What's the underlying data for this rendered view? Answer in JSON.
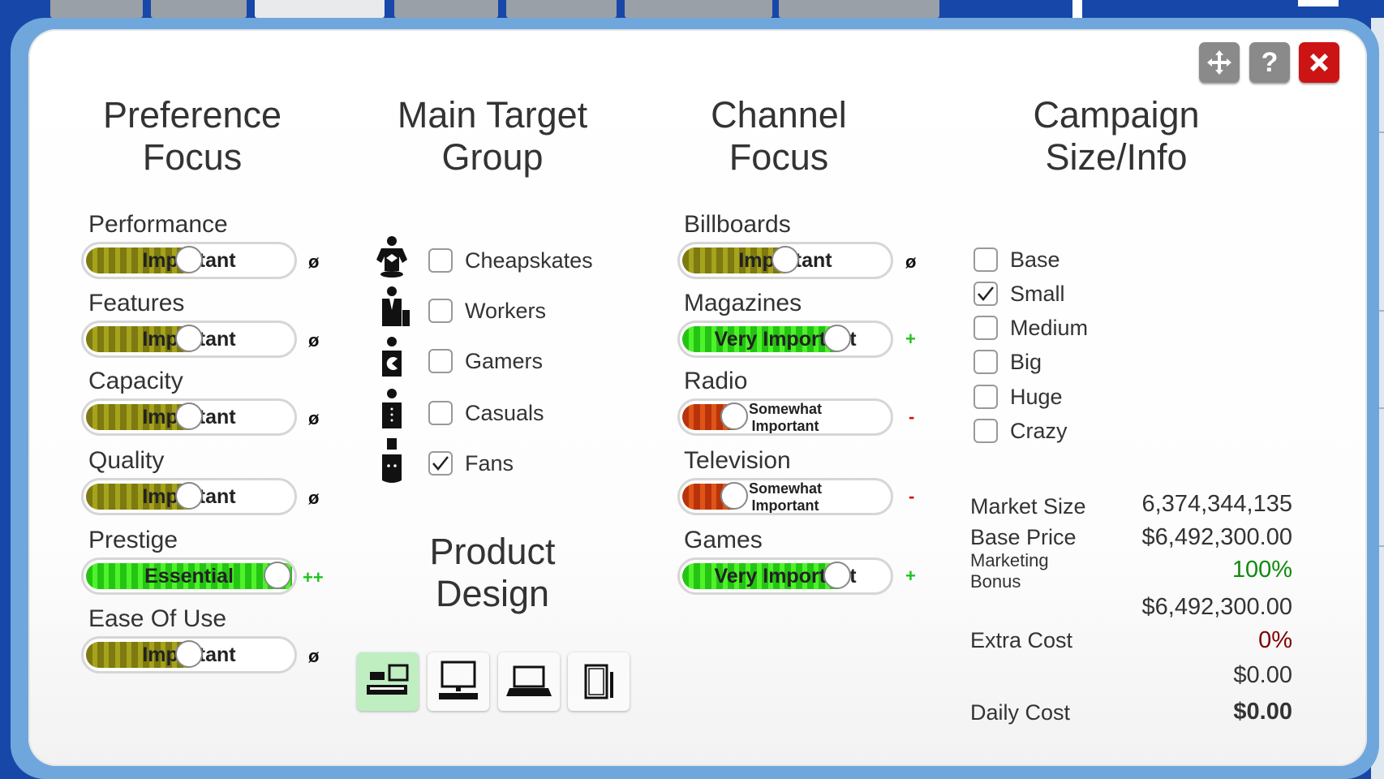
{
  "colors": {
    "accent_green": "#1fc21f",
    "loss_red": "#cc1414",
    "bonus_green": "#0e8a0e",
    "extra_dark_red": "#800000",
    "olive": "#8b8a13",
    "frame_blue": "#6fa7dd"
  },
  "toolbar": {
    "move_icon": "move-arrows-icon",
    "help_label": "?",
    "close_icon": "close-x-icon"
  },
  "headings": {
    "preference": [
      "Preference",
      "Focus"
    ],
    "target": [
      "Main Target",
      "Group"
    ],
    "channel": [
      "Channel",
      "Focus"
    ],
    "campaign": [
      "Campaign",
      "Size/Info"
    ],
    "design": [
      "Product",
      "Design"
    ]
  },
  "preferences": [
    {
      "label": "Performance",
      "value": "Important",
      "level": 0.5,
      "color": "olive",
      "symbol": "ø"
    },
    {
      "label": "Features",
      "value": "Important",
      "level": 0.5,
      "color": "olive",
      "symbol": "ø"
    },
    {
      "label": "Capacity",
      "value": "Important",
      "level": 0.5,
      "color": "olive",
      "symbol": "ø"
    },
    {
      "label": "Quality",
      "value": "Important",
      "level": 0.5,
      "color": "olive",
      "symbol": "ø"
    },
    {
      "label": "Prestige",
      "value": "Essential",
      "level": 1.0,
      "color": "green",
      "symbol": "++"
    },
    {
      "label": "Ease Of Use",
      "value": "Important",
      "level": 0.5,
      "color": "olive",
      "symbol": "ø"
    }
  ],
  "target_groups": [
    {
      "label": "Cheapskates",
      "checked": false,
      "icon": "cheapskate-person-icon"
    },
    {
      "label": "Workers",
      "checked": false,
      "icon": "worker-person-icon"
    },
    {
      "label": "Gamers",
      "checked": false,
      "icon": "gamer-person-icon"
    },
    {
      "label": "Casuals",
      "checked": false,
      "icon": "casual-person-icon"
    },
    {
      "label": "Fans",
      "checked": true,
      "icon": "fan-person-icon"
    }
  ],
  "channels": [
    {
      "label": "Billboards",
      "value": "Important",
      "level": 0.5,
      "color": "olive",
      "symbol": "ø"
    },
    {
      "label": "Magazines",
      "value": "Very Important",
      "level": 0.75,
      "color": "green",
      "symbol": "+"
    },
    {
      "label": "Radio",
      "value": "Somewhat Important",
      "line1": "Somewhat",
      "line2": "Important",
      "level": 0.25,
      "color": "red",
      "symbol": "-"
    },
    {
      "label": "Television",
      "value": "Somewhat Important",
      "line1": "Somewhat",
      "line2": "Important",
      "level": 0.25,
      "color": "red",
      "symbol": "-"
    },
    {
      "label": "Games",
      "value": "Very Important",
      "level": 0.75,
      "color": "green",
      "symbol": "+"
    }
  ],
  "sizes": [
    {
      "label": "Base",
      "checked": false
    },
    {
      "label": "Small",
      "checked": true
    },
    {
      "label": "Medium",
      "checked": false
    },
    {
      "label": "Big",
      "checked": false
    },
    {
      "label": "Huge",
      "checked": false
    },
    {
      "label": "Crazy",
      "checked": false
    }
  ],
  "design_options": [
    {
      "icon": "all-devices-icon",
      "selected": true
    },
    {
      "icon": "desktop-computer-icon",
      "selected": false
    },
    {
      "icon": "laptop-icon",
      "selected": false
    },
    {
      "icon": "tablet-icon",
      "selected": false
    }
  ],
  "info": {
    "market_size_label": "Market Size",
    "market_size": "6,374,344,135",
    "base_price_label": "Base Price",
    "base_price": "$6,492,300.00",
    "marketing_bonus_label_1": "Marketing",
    "marketing_bonus_label_2": "Bonus",
    "marketing_bonus": "100%",
    "bonus_total": "$6,492,300.00",
    "extra_cost_label": "Extra Cost",
    "extra_cost_pct": "0%",
    "extra_cost": "$0.00",
    "daily_cost_label": "Daily Cost",
    "daily_cost": "$0.00"
  }
}
